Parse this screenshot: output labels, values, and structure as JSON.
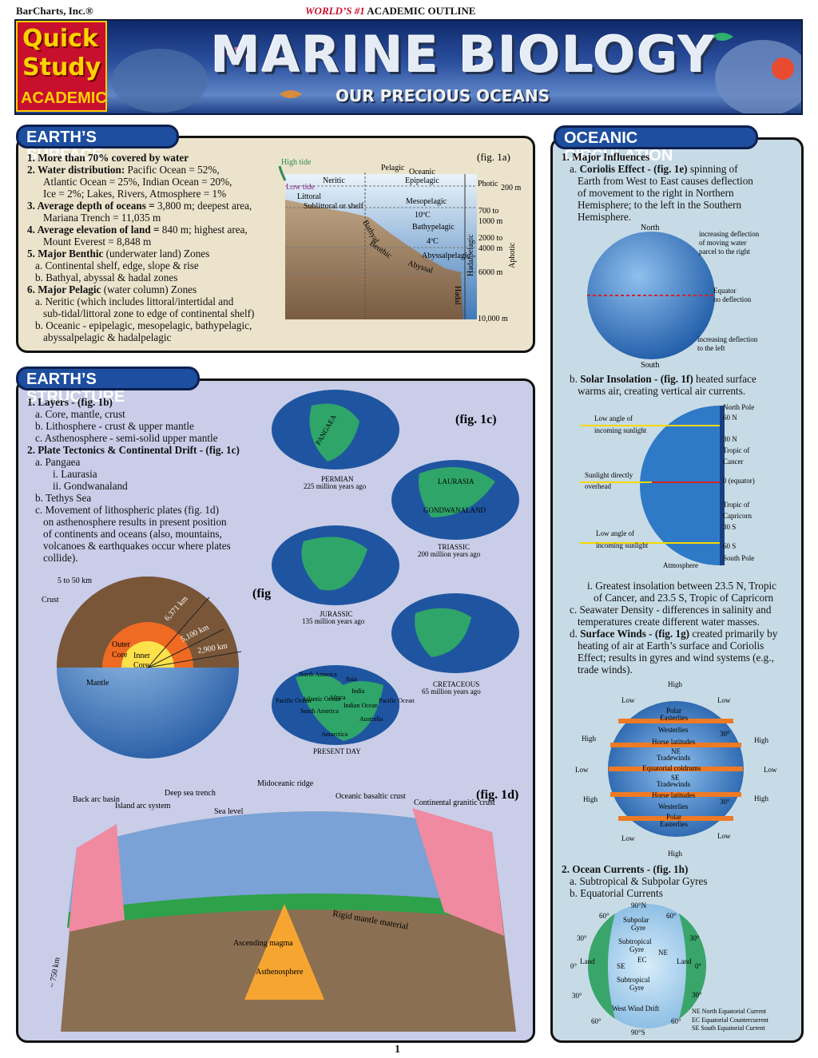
{
  "header": {
    "publisher": "BarCharts, Inc.®",
    "tagline_red": "WORLD’S #1",
    "tagline_rest": " ACADEMIC OUTLINE",
    "logo_line1": "Quick",
    "logo_line2": "Study",
    "logo_line3": "ACADEMIC",
    "title": "MARINE BIOLOGY",
    "subtitle": "OUR PRECIOUS OCEANS"
  },
  "surface": {
    "heading": "EARTH’S SURFACE",
    "items": [
      {
        "b": "1. More than 70% covered by water",
        "t": ""
      },
      {
        "b": "2. Water distribution:",
        "t": " Pacific Ocean = 52%,"
      },
      {
        "b": "",
        "t": "Atlantic Ocean = 25%, Indian Ocean = 20%,"
      },
      {
        "b": "",
        "t": "Ice = 2%; Lakes, Rivers, Atmosphere = 1%"
      },
      {
        "b": "3. Average depth of oceans =",
        "t": " 3,800 m; deepest area,"
      },
      {
        "b": "",
        "t": "Mariana Trench = 11,035 m"
      },
      {
        "b": "4. Average elevation of land =",
        "t": " 840 m; highest area,"
      },
      {
        "b": "",
        "t": "Mount Everest = 8,848 m"
      },
      {
        "b": "5. Major Benthic",
        "t": " (underwater land) Zones"
      },
      {
        "b": "",
        "t": "a. Continental shelf, edge, slope & rise"
      },
      {
        "b": "",
        "t": "b. Bathyal, abyssal & hadal zones"
      },
      {
        "b": "6. Major Pelagic",
        "t": " (water column) Zones"
      },
      {
        "b": "",
        "t": "a. Neritic (which includes littoral/intertidal and"
      },
      {
        "b": "",
        "t": "sub-tidal/littoral zone to edge of continental shelf)"
      },
      {
        "b": "",
        "t": "b. Oceanic - epipelagic, mesopelagic, bathypelagic,"
      },
      {
        "b": "",
        "t": "abyssalpelagic & hadalpelagic"
      }
    ],
    "fig1a": {
      "label": "(fig. 1a)",
      "high_tide": "High tide",
      "low_tide": "Low tide",
      "littoral": "Littoral",
      "sublittoral": "Sublittoral or shelf",
      "neritic": "Neritic",
      "pelagic": "Pelagic",
      "oceanic": "Oceanic",
      "epipelagic": "Epipelagic",
      "mesopelagic": "Mesopelagic",
      "t10": "10ºC",
      "bathypelagic": "Bathypelagic",
      "t4": "4ºC",
      "abyssalpelagic": "Abyssalpelagic",
      "bathyal": "Bathyal",
      "benthic": "Benthic",
      "abyssal": "Abyssal",
      "hadal": "Hadal",
      "hadalpelagic": "Hadalpelagic",
      "photic": "Photic",
      "aphotic": "Aphotic",
      "d200": "200 m",
      "d700": "700 to",
      "d1000": "1000 m",
      "d2000": "2000 to",
      "d4000": "4000 m",
      "d6000": "6000 m",
      "d10000": "10,000 m"
    }
  },
  "structure": {
    "heading": "EARTH’S STRUCTURE",
    "items": [
      {
        "b": "1. Layers - (fig. 1b)",
        "t": "",
        "c": "i1"
      },
      {
        "b": "",
        "t": "a. Core, mantle, crust",
        "c": "i2"
      },
      {
        "b": "",
        "t": "b. Lithosphere - crust & upper mantle",
        "c": "i2"
      },
      {
        "b": "",
        "t": "c. Asthenosphere - semi-solid upper mantle",
        "c": "i2"
      },
      {
        "b": "2. Plate Tectonics & Continental Drift - (fig. 1c)",
        "t": "",
        "c": "i1"
      },
      {
        "b": "",
        "t": "a. Pangaea",
        "c": "i2"
      },
      {
        "b": "",
        "t": "i. Laurasia",
        "c": "i4"
      },
      {
        "b": "",
        "t": "ii. Gondwanaland",
        "c": "i4"
      },
      {
        "b": "",
        "t": "b. Tethys Sea",
        "c": "i2"
      },
      {
        "b": "",
        "t": "c. Movement of lithospheric plates (fig. 1d)",
        "c": "i2"
      },
      {
        "b": "",
        "t": "on asthenosphere results in present position",
        "c": "i3"
      },
      {
        "b": "",
        "t": "of continents and oceans (also, mountains,",
        "c": "i3"
      },
      {
        "b": "",
        "t": "volcanoes & earthquakes occur where plates",
        "c": "i3"
      },
      {
        "b": "",
        "t": "collide).",
        "c": "i3"
      }
    ],
    "fig1b": {
      "label": "(fig. 1b)",
      "crust_depth": "5 to 50 km",
      "crust": "Crust",
      "outer_core": "Outer",
      "core_word": "Core",
      "inner": "Inner",
      "inner_core": "Core",
      "mantle": "Mantle",
      "r1": "6,371 km",
      "r2": "5,100 km",
      "r3": "2,900 km"
    },
    "fig1c": {
      "label": "(fig. 1c)",
      "pangaea": "PANGAEA",
      "permian": "PERMIAN",
      "permian_age": "225 million years ago",
      "laurasia": "LAURASIA",
      "gondwanaland": "GONDWANALAND",
      "triassic": "TRIASSIC",
      "triassic_age": "200 million years ago",
      "jurassic": "JURASSIC",
      "jurassic_age": "135 million years ago",
      "cretaceous": "CRETACEOUS",
      "cretaceous_age": "65 million years ago",
      "present": "PRESENT DAY",
      "north_america": "North America",
      "asia": "Asia",
      "atlantic": "Atlantic Ocean",
      "africa": "Africa",
      "india": "India",
      "pacific": "Pacific Ocean",
      "south_america": "South America",
      "indian_ocean": "Indian Ocean",
      "australia": "Australia",
      "antarctica": "Antarctica"
    },
    "fig1d": {
      "label": "(fig. 1d)",
      "back_arc": "Back arc basin",
      "island_arc": "Island arc system",
      "trench": "Deep sea trench",
      "sea_level": "Sea level",
      "ridge": "Midoceanic ridge",
      "basaltic": "Oceanic basaltic crust",
      "granitic": "Continental granitic crust",
      "rigid": "Rigid mantle material",
      "ascending": "Ascending magma",
      "astheno": "Asthenosphere",
      "depth": "~ 750 km"
    }
  },
  "circulation": {
    "heading": "OCEANIC CIRCULATION",
    "block1": [
      {
        "b": "1. Major Influences",
        "t": "",
        "c": "i1"
      },
      {
        "b": "",
        "t": "a. ",
        "c": "i2",
        "b2": "Coriolis Effect - (fig. 1e)",
        "t2": " spinning of"
      },
      {
        "b": "",
        "t": "Earth from West to East causes deflection",
        "c": "i3"
      },
      {
        "b": "",
        "t": "of movement to the right  in Northern",
        "c": "i3"
      },
      {
        "b": "",
        "t": "Hemisphere; to the left in the Southern",
        "c": "i3"
      },
      {
        "b": "",
        "t": "Hemisphere.",
        "c": "i3"
      }
    ],
    "fig1e": {
      "north": "North",
      "south": "South",
      "inc_right1": "increasing deflection",
      "inc_right2": "of moving water",
      "inc_right3": "parcel to the right",
      "equator": "Equator",
      "no_defl": "no deflection",
      "inc_left1": "increasing deflection",
      "inc_left2": "to the left"
    },
    "block2": [
      {
        "b": "",
        "t": "b. ",
        "c": "i2",
        "b2": "Solar Insolation - (fig. 1f)",
        "t2": " heated surface"
      },
      {
        "b": "",
        "t": "warms air, creating vertical air currents.",
        "c": "i3"
      }
    ],
    "fig1f": {
      "low1": "Low angle of",
      "low1b": "incoming sunlight",
      "direct": "Sunlight directly",
      "overhead": "overhead",
      "low2": "Low angle of",
      "low2b": "incoming sunlight",
      "atmosphere": "Atmosphere",
      "np": "North Pole",
      "n60": "60 N",
      "n30": "30 N",
      "toc1": "Tropic of",
      "toc2": "Cancer",
      "eq": "0 (equator)",
      "tocap1": "Tropic of",
      "tocap2": "Capricorn",
      "s30": "30 S",
      "s60": "60 S",
      "sp": "South Pole"
    },
    "block3": [
      {
        "b": "",
        "t": "i. Greatest insolation between 23.5 N, Tropic",
        "c": "i4"
      },
      {
        "b": "",
        "t": "of Cancer, and 23.5 S, Tropic of Capricorn",
        "c": "i4x"
      },
      {
        "b": "",
        "t": "c. Seawater Density - differences in salinity and",
        "c": "i2"
      },
      {
        "b": "",
        "t": "temperatures create different water masses.",
        "c": "i3"
      },
      {
        "b": "",
        "t": "d. ",
        "c": "i2",
        "b2": "Surface Winds - (fig. 1g)",
        "t2": " created primarily by"
      },
      {
        "b": "",
        "t": "heating of air at Earth’s surface and Coriolis",
        "c": "i3"
      },
      {
        "b": "",
        "t": "Effect; results in gyres and wind systems (e.g.,",
        "c": "i3"
      },
      {
        "b": "",
        "t": "trade winds).",
        "c": "i3"
      }
    ],
    "fig1g": {
      "high": "High",
      "low": "Low",
      "polar": "Polar",
      "easterlies": "Easterlies",
      "westerlies": "Westerlies",
      "horse": "Horse latitudes",
      "ne": "NE",
      "tradewinds": "Tradewinds",
      "coldrums": "Equatorial coldrums",
      "se": "SE",
      "lat30": "30°"
    },
    "block4": [
      {
        "b": "2. Ocean Currents - (fig. 1h)",
        "t": "",
        "c": "i1"
      },
      {
        "b": "",
        "t": "a. Subtropical & Subpolar Gyres",
        "c": "i2"
      },
      {
        "b": "",
        "t": "b. Equatorial Currents",
        "c": "i2"
      }
    ],
    "fig1h": {
      "n90": "90°N",
      "s90": "90°S",
      "d60": "60°",
      "d30": "30°",
      "d0": "0°",
      "land": "Land",
      "subpolar": "Subpolar",
      "gyre": "Gyre",
      "subtropical": "Subtropical",
      "ne": "NE",
      "ec": "EC",
      "se": "SE",
      "wwd": "West Wind Drift",
      "k1": "NE North Equatorial Current",
      "k2": "EC Equatorial Countercurrent",
      "k3": "SE South Equatorial Current"
    }
  },
  "page_number": "1"
}
